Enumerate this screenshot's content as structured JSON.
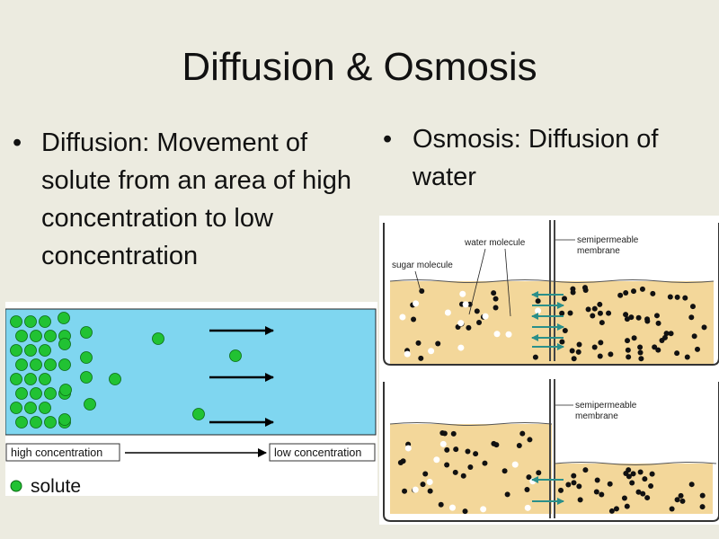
{
  "slide": {
    "title": "Diffusion & Osmosis",
    "bullets": [
      {
        "marker": "•",
        "text": "Diffusion: Movement of solute from an area of high concentration to low concentration"
      },
      {
        "marker": "•",
        "text": "Osmosis: Diffusion of water"
      }
    ]
  },
  "diffusion_diagram": {
    "high_label": "high concentration",
    "low_label": "low concentration",
    "legend_label": "solute",
    "colors": {
      "water": "#7fd6f0",
      "solute": "#21c233",
      "solute_stroke": "#0a6a12"
    }
  },
  "osmosis_diagram": {
    "top": {
      "sugar_label": "sugar molecule",
      "water_label": "water molecule",
      "membrane_label_1": "semipermeable",
      "membrane_label_2": "membrane"
    },
    "bottom": {
      "membrane_label_1": "semipermeable",
      "membrane_label_2": "membrane"
    },
    "colors": {
      "solution": "#f3d79a",
      "arrow": "#2a8f8a"
    }
  }
}
